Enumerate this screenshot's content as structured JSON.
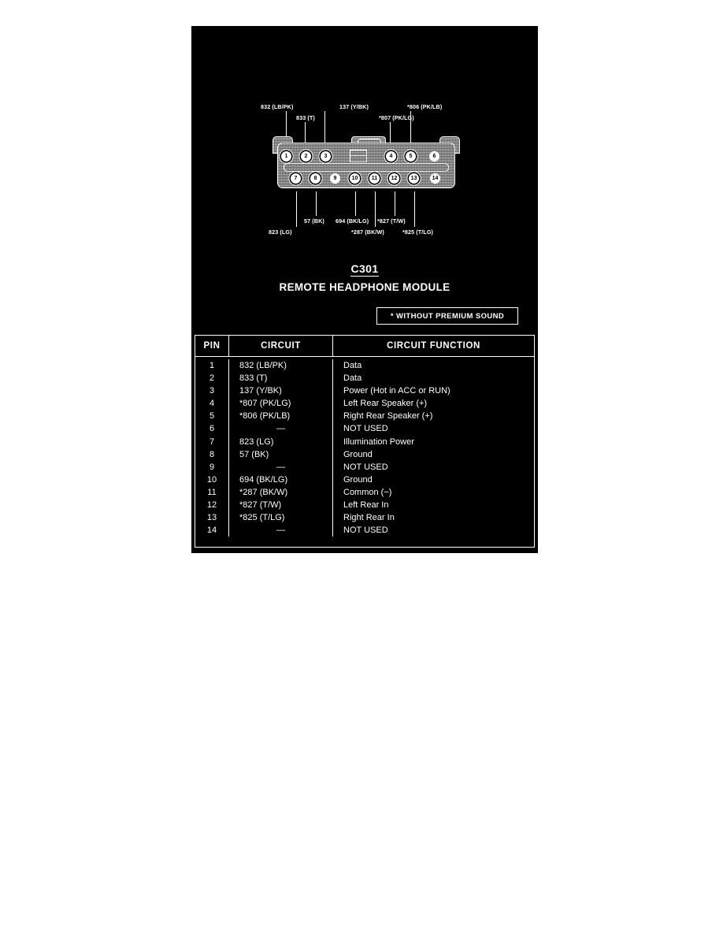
{
  "panel": {
    "title_code": "C301",
    "title_name": "REMOTE HEADPHONE MODULE",
    "note": "*   WITHOUT PREMIUM SOUND"
  },
  "connector": {
    "top_pins": [
      {
        "num": "1",
        "style": "ring"
      },
      {
        "num": "2",
        "style": "ring"
      },
      {
        "num": "3",
        "style": "ring"
      },
      {
        "num": "4",
        "style": "ring"
      },
      {
        "num": "5",
        "style": "ring"
      },
      {
        "num": "6",
        "style": "solid"
      }
    ],
    "bottom_pins": [
      {
        "num": "7",
        "style": "ring"
      },
      {
        "num": "8",
        "style": "ring"
      },
      {
        "num": "9",
        "style": "solid"
      },
      {
        "num": "10",
        "style": "ring"
      },
      {
        "num": "11",
        "style": "ring"
      },
      {
        "num": "12",
        "style": "ring"
      },
      {
        "num": "13",
        "style": "ring"
      },
      {
        "num": "14",
        "style": "solid"
      }
    ],
    "top_labels": [
      {
        "text": "832 (LB/PK)"
      },
      {
        "text": "833 (T)"
      },
      {
        "text": "137 (Y/BK)"
      },
      {
        "text": "*807 (PK/LG)"
      },
      {
        "text": "*806 (PK/LB)"
      }
    ],
    "bottom_labels": [
      {
        "text": "823 (LG)"
      },
      {
        "text": "57 (BK)"
      },
      {
        "text": "694 (BK/LG)"
      },
      {
        "text": "*287 (BK/W)"
      },
      {
        "text": "*827 (T/W)"
      },
      {
        "text": "*825 (T/LG)"
      }
    ]
  },
  "table": {
    "headers": {
      "pin": "PIN",
      "circuit": "CIRCUIT",
      "function": "CIRCUIT FUNCTION"
    },
    "rows": [
      {
        "pin": "1",
        "circuit": "832 (LB/PK)",
        "function": "Data"
      },
      {
        "pin": "2",
        "circuit": "833 (T)",
        "function": "Data"
      },
      {
        "pin": "3",
        "circuit": "137 (Y/BK)",
        "function": "Power (Hot in ACC or RUN)"
      },
      {
        "pin": "4",
        "circuit": "*807 (PK/LG)",
        "function": "Left Rear Speaker (+)"
      },
      {
        "pin": "5",
        "circuit": "*806 (PK/LB)",
        "function": "Right Rear Speaker (+)"
      },
      {
        "pin": "6",
        "circuit": "—",
        "function": "NOT USED"
      },
      {
        "pin": "7",
        "circuit": "823 (LG)",
        "function": "Illumination Power"
      },
      {
        "pin": "8",
        "circuit": "57 (BK)",
        "function": "Ground"
      },
      {
        "pin": "9",
        "circuit": "—",
        "function": "NOT USED"
      },
      {
        "pin": "10",
        "circuit": "694 (BK/LG)",
        "function": "Ground"
      },
      {
        "pin": "11",
        "circuit": "*287 (BK/W)",
        "function": "Common (−)"
      },
      {
        "pin": "12",
        "circuit": "*827 (T/W)",
        "function": "Left Rear In"
      },
      {
        "pin": "13",
        "circuit": "*825 (T/LG)",
        "function": "Right Rear In"
      },
      {
        "pin": "14",
        "circuit": "—",
        "function": "NOT USED"
      }
    ]
  },
  "colors": {
    "panel_bg": "#000000",
    "ink": "#ffffff",
    "shell": "#8c8c8c",
    "page_bg": "#ffffff"
  }
}
